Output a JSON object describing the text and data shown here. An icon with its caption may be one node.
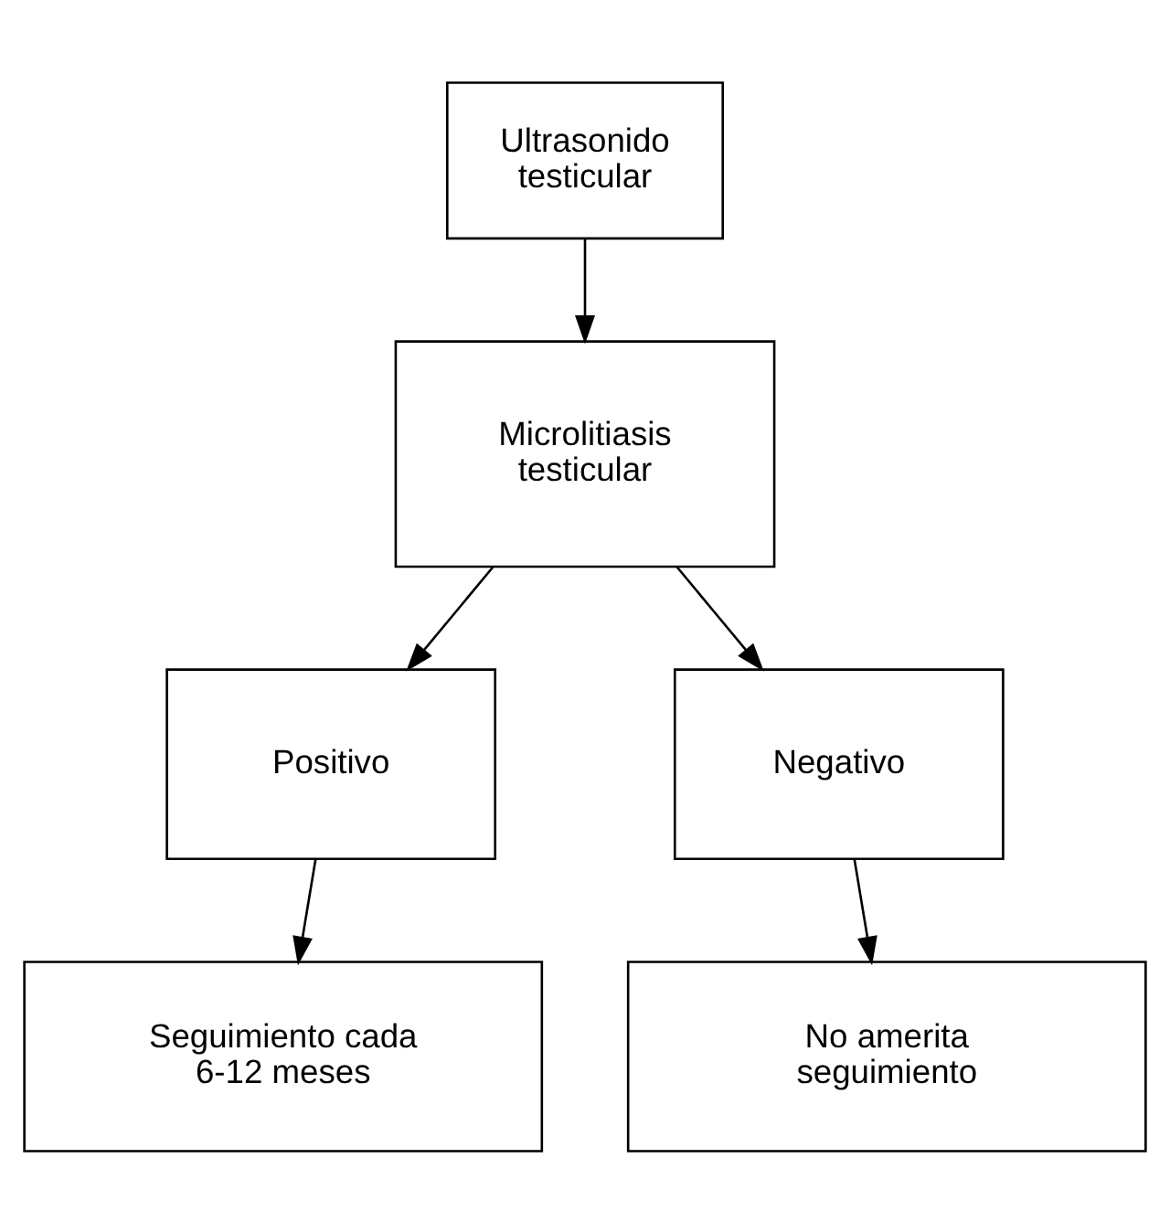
{
  "diagram": {
    "nodes": [
      {
        "text": [
          "Ultrasonido testicular"
        ]
      },
      {
        "text": [
          "Microlitiasis testicular"
        ]
      },
      {
        "text": [
          "Positivo"
        ]
      },
      {
        "text": [
          "Negativo"
        ]
      },
      {
        "text": [
          "Seguimiento cada 6-12 meses"
        ]
      },
      {
        "text": [
          "No amerita seguimiento"
        ]
      }
    ],
    "edges": [
      {
        "from": 0,
        "to": 1,
        "arrow": "to"
      },
      {
        "from": 1,
        "to": 2,
        "arrow": "to"
      },
      {
        "from": 1,
        "to": 3,
        "arrow": "to"
      },
      {
        "from": 2,
        "to": 4,
        "arrow": "to"
      },
      {
        "from": 3,
        "to": 5,
        "arrow": "to"
      }
    ]
  }
}
